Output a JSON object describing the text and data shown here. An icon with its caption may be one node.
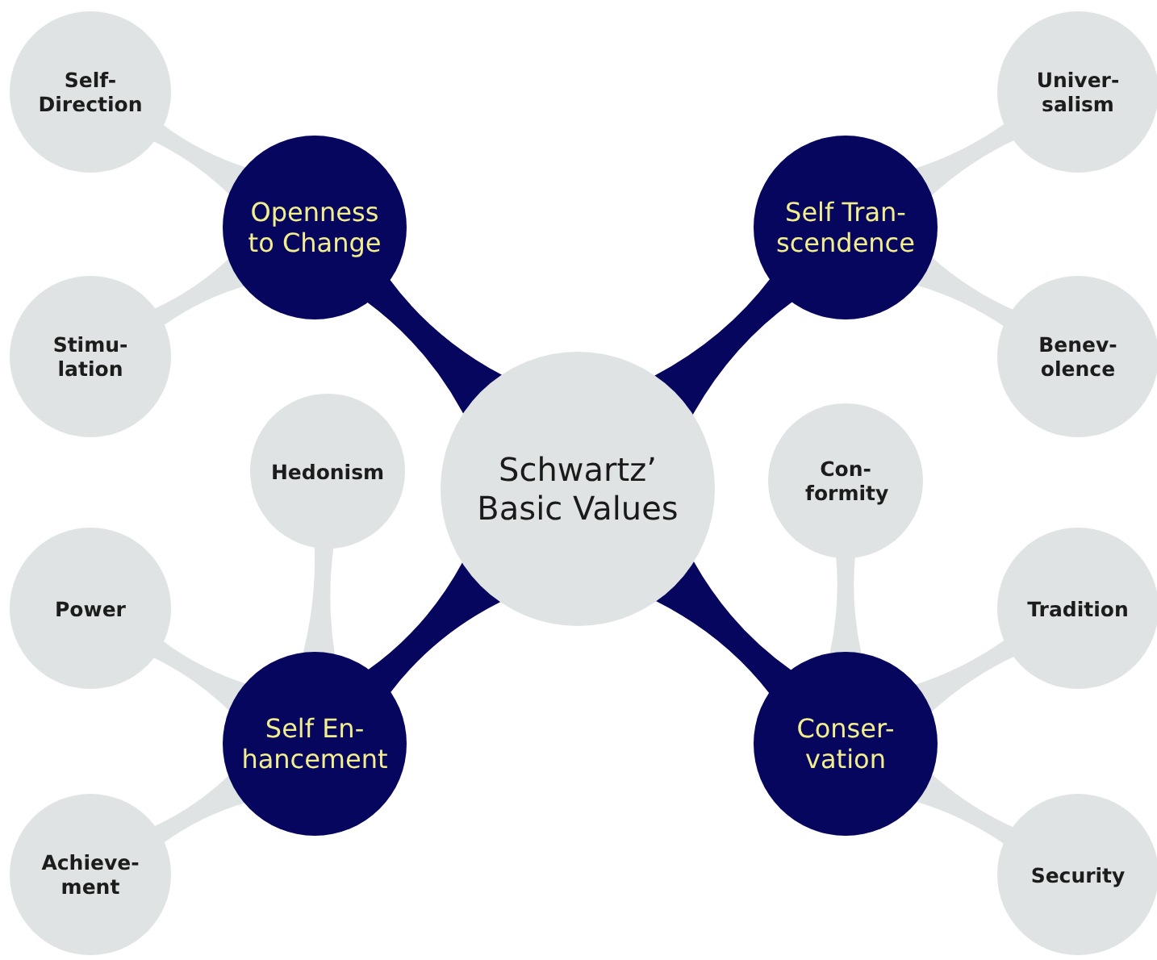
{
  "diagram": {
    "nodes": [
      {
        "text": [
          "Self- Direction"
        ]
      },
      {
        "text": [
          "Univer- salism"
        ]
      },
      {
        "text": [
          "Openness to Change"
        ]
      },
      {
        "text": [
          "Self Tran- scendence"
        ]
      },
      {
        "text": [
          "Stimu- lation"
        ]
      },
      {
        "text": [
          "Benev- olence"
        ]
      },
      {
        "text": [
          "Hedonism"
        ]
      },
      {
        "text": [
          "Schwartz’ Basic Values"
        ]
      },
      {
        "text": [
          "Con- formity"
        ]
      },
      {
        "text": [
          "Power"
        ]
      },
      {
        "text": [
          "Tradition"
        ]
      },
      {
        "text": [
          "Self En- hancement"
        ]
      },
      {
        "text": [
          "Conser- vation"
        ]
      },
      {
        "text": [
          "Achieve- ment"
        ]
      },
      {
        "text": [
          "Security"
        ]
      }
    ],
    "edges": [
      {
        "from": 7,
        "to": 2,
        "arrow": "none",
        "color": "#06065e"
      },
      {
        "from": 7,
        "to": 3,
        "arrow": "none",
        "color": "#06065e"
      },
      {
        "from": 7,
        "to": 11,
        "arrow": "none",
        "color": "#06065e"
      },
      {
        "from": 7,
        "to": 12,
        "arrow": "none",
        "color": "#06065e"
      },
      {
        "from": 2,
        "to": 0,
        "arrow": "none"
      },
      {
        "from": 2,
        "to": 4,
        "arrow": "none"
      },
      {
        "from": 3,
        "to": 1,
        "arrow": "none"
      },
      {
        "from": 3,
        "to": 5,
        "arrow": "none"
      },
      {
        "from": 11,
        "to": 6,
        "arrow": "none"
      },
      {
        "from": 11,
        "to": 9,
        "arrow": "none"
      },
      {
        "from": 11,
        "to": 13,
        "arrow": "none"
      },
      {
        "from": 12,
        "to": 8,
        "arrow": "none"
      },
      {
        "from": 12,
        "to": 10,
        "arrow": "none"
      },
      {
        "from": 12,
        "to": 14,
        "arrow": "none"
      }
    ]
  }
}
